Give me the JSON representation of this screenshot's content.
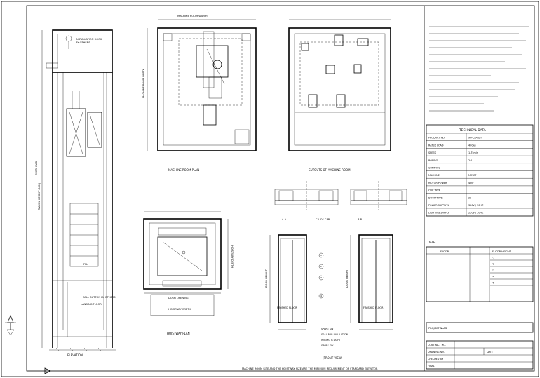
{
  "views": {
    "elevation": {
      "title": "ELEVATION"
    },
    "machine_room_plan": {
      "title": "MACHINE ROOM PLAN"
    },
    "cutouts": {
      "title": "CUTOUTS OF MACHINE ROOM"
    },
    "hoistway_plan": {
      "title": "HOISTWAY PLAN"
    },
    "front_view": {
      "title": "(FRONT VIEW)"
    },
    "section_aa": {
      "title": "A-A"
    },
    "section_bb": {
      "title": "B-B"
    }
  },
  "technical_data": {
    "title": "TECHNICAL DATA",
    "rows": [
      {
        "label": "PRODUCT NO.",
        "value": "XO-CLASSY"
      },
      {
        "label": "RATED LOAD",
        "value": "400kg"
      },
      {
        "label": "SPEED",
        "value": "1.75m/s"
      },
      {
        "label": "ROPING",
        "value": "2:1"
      },
      {
        "label": "CONTROL",
        "value": ""
      },
      {
        "label": "MACHINE",
        "value": "MRVAT"
      },
      {
        "label": "MOTOR POWER",
        "value": "4kW"
      },
      {
        "label": "CLIP TYPE",
        "value": ""
      },
      {
        "label": "DOOR TYPE",
        "value": "2S"
      },
      {
        "label": "POWER SUPPLY 1",
        "value": "380V / 50HZ"
      },
      {
        "label": "LIGHTING SUPPLY",
        "value": "220V / 50HZ"
      }
    ]
  },
  "floors": {
    "date_label": "DATE",
    "headers": [
      "FLOOR",
      "FLOOR HEIGHT"
    ],
    "rows": [
      {
        "floor": "F1",
        "height": ""
      },
      {
        "floor": "F2",
        "height": ""
      },
      {
        "floor": "F3",
        "height": ""
      },
      {
        "floor": "F4",
        "height": ""
      },
      {
        "floor": "F5",
        "height": ""
      }
    ]
  },
  "title_block": {
    "project_name_label": "PROJECT NAME",
    "contract_label": "CONTRACT NO.",
    "drawing_label": "DRAWING NO.",
    "checked_label": "CHECKED BY",
    "final_label": "FINAL",
    "date_label": "DATE"
  },
  "footnote": "MACHINE ROOM SIZE AND THE HOISTWAY SIZE ARE THE MINIMUM REQUIREMENT OF STANDARD ELEVATOR"
}
